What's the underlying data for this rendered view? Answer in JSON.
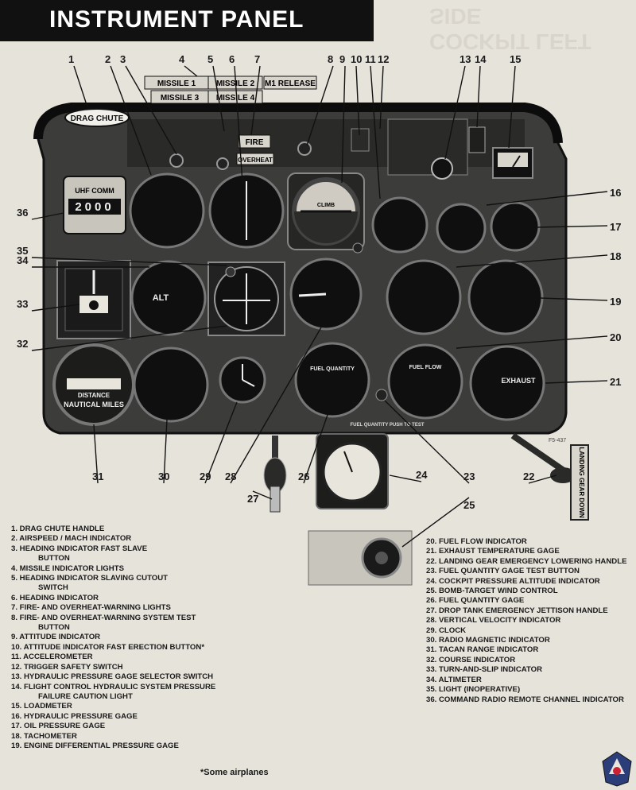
{
  "header": {
    "title": "INSTRUMENT PANEL",
    "ghost_title": "COCKPIT LEFT SIDE"
  },
  "panel": {
    "placards": {
      "drag_chute": "DRAG CHUTE",
      "missile_1": "MISSILE 1",
      "missile_2": "MISSILE 2",
      "missile_3": "MISSILE 3",
      "missile_4": "MISSILE 4",
      "m1_release": "M1 RELEASE",
      "fire": "FIRE",
      "overheat": "OVERHEAT",
      "uhf_comm": "UHF COMM",
      "uhf_digits": "2000",
      "alt": "ALT",
      "climb": "CLIMB",
      "fuel_quantity": "FUEL QUANTITY",
      "fuel_flow": "FUEL FLOW",
      "exhaust": "EXHAUST",
      "distance": "DISTANCE",
      "nautical_miles": "NAUTICAL MILES",
      "fuel_test": "FUEL QUANTITY PUSH TO TEST",
      "lg_handle": "LANDING GEAR DOWN",
      "ref_code": "F5-437"
    }
  },
  "callouts": [
    "1",
    "2",
    "3",
    "4",
    "5",
    "6",
    "7",
    "8",
    "9",
    "10",
    "11",
    "12",
    "13",
    "14",
    "15",
    "16",
    "17",
    "18",
    "19",
    "20",
    "21",
    "22",
    "23",
    "24",
    "25",
    "26",
    "27",
    "28",
    "29",
    "30",
    "31",
    "32",
    "33",
    "34",
    "35",
    "36"
  ],
  "legend_left": [
    {
      "text": "1.  DRAG CHUTE HANDLE"
    },
    {
      "text": "2.  AIRSPEED / MACH  INDICATOR"
    },
    {
      "text": "3.  HEADING  INDICATOR FAST SLAVE"
    },
    {
      "text": "BUTTON",
      "indent": true
    },
    {
      "text": "4.  MISSILE INDICATOR LIGHTS"
    },
    {
      "text": "5.  HEADING  INDICATOR  SLAVING  CUTOUT"
    },
    {
      "text": "SWITCH",
      "indent": true
    },
    {
      "text": "6.  HEADING  INDICATOR"
    },
    {
      "text": "7.  FIRE- AND OVERHEAT-WARNING LIGHTS"
    },
    {
      "text": "8.  FIRE- AND OVERHEAT-WARNING SYSTEM TEST"
    },
    {
      "text": "BUTTON",
      "indent": true
    },
    {
      "text": "9.  ATTITUDE INDICATOR"
    },
    {
      "text": "10.  ATTITUDE INDICATOR FAST ERECTION BUTTON*"
    },
    {
      "text": "11.  ACCELEROMETER"
    },
    {
      "text": "12.  TRIGGER SAFETY SWITCH"
    },
    {
      "text": "13.  HYDRAULIC PRESSURE GAGE SELECTOR SWITCH"
    },
    {
      "text": "14.  FLIGHT CONTROL HYDRAULIC SYSTEM PRESSURE"
    },
    {
      "text": "FAILURE CAUTION LIGHT",
      "indent": true
    },
    {
      "text": "15.  LOADMETER"
    },
    {
      "text": "16.  HYDRAULIC PRESSURE GAGE"
    },
    {
      "text": "17.  OIL PRESSURE GAGE"
    },
    {
      "text": "18.  TACHOMETER"
    },
    {
      "text": "19.  ENGINE DIFFERENTIAL PRESSURE GAGE"
    }
  ],
  "legend_right": [
    "20.  FUEL FLOW INDICATOR",
    "21.  EXHAUST TEMPERATURE GAGE",
    "22.  LANDING GEAR EMERGENCY LOWERING HANDLE",
    "23.  FUEL QUANTITY GAGE TEST BUTTON",
    "24.  COCKPIT PRESSURE ALTITUDE INDICATOR",
    "25.  BOMB-TARGET WIND CONTROL",
    "26.  FUEL QUANTITY GAGE",
    "27.  DROP TANK EMERGENCY JETTISON HANDLE",
    "28.  VERTICAL VELOCITY INDICATOR",
    "29.  CLOCK",
    "30.  RADIO MAGNETIC INDICATOR",
    "31.  TACAN RANGE INDICATOR",
    "32.  COURSE INDICATOR",
    "33.  TURN-AND-SLIP INDICATOR",
    "34.  ALTIMETER",
    "35.  LIGHT   (INOPERATIVE)",
    "36.  COMMAND RADIO REMOTE CHANNEL INDICATOR"
  ],
  "footnote": "*Some airplanes"
}
